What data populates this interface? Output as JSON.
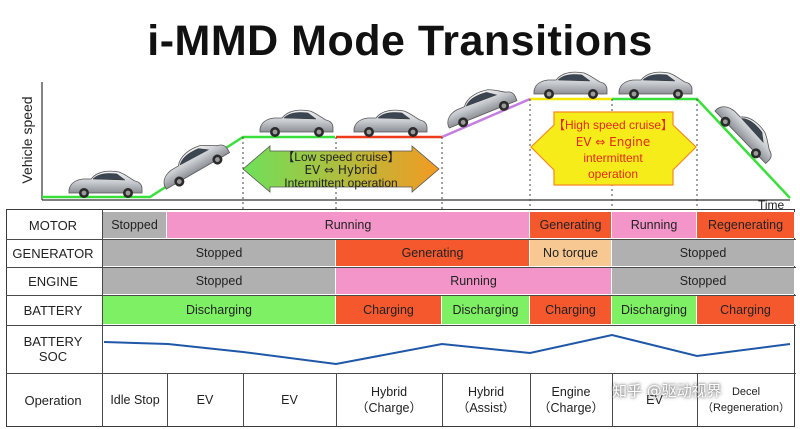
{
  "title": "i-MMD Mode Transitions",
  "chart": {
    "y_axis_label": "Vehicle speed",
    "x_axis_label": "Time",
    "callout_low_speed": {
      "line1": "【Low speed cruise】",
      "line2": "EV ⇔ Hybrid",
      "line3": "Intermittent operation"
    },
    "callout_high_speed": {
      "line1": "【High speed cruise】",
      "line2": "EV ⇔ Engine",
      "line3": "intermittent",
      "line4": "operation"
    },
    "colors": {
      "green_line": "#39e03a",
      "red_line": "#ee3b1b",
      "purple_line": "#c47ee0",
      "yellow_line": "#f5e800",
      "callout_low_fill_start": "#6ee05a",
      "callout_low_fill_end": "#f39a22",
      "callout_high_fill": "#f6ec1a",
      "callout_high_border": "#f38a1f"
    }
  },
  "rows": {
    "motor": {
      "label": "MOTOR",
      "segments": [
        {
          "text": "Stopped",
          "color": "#b0b0b0"
        },
        {
          "text": "Running",
          "color": "#f495c9"
        },
        {
          "text": "Generating",
          "color": "#f5582d"
        },
        {
          "text": "Running",
          "color": "#f495c9"
        },
        {
          "text": "Regenerating",
          "color": "#f5582d"
        }
      ]
    },
    "generator": {
      "label": "GENERATOR",
      "segments": [
        {
          "text": "Stopped",
          "color": "#b0b0b0"
        },
        {
          "text": "Generating",
          "color": "#f5582d"
        },
        {
          "text": "No torque",
          "color": "#f8c892"
        },
        {
          "text": "Stopped",
          "color": "#b0b0b0"
        }
      ]
    },
    "engine": {
      "label": "ENGINE",
      "segments": [
        {
          "text": "Stopped",
          "color": "#b0b0b0"
        },
        {
          "text": "Running",
          "color": "#f495c9"
        },
        {
          "text": "Stopped",
          "color": "#b0b0b0"
        }
      ]
    },
    "battery": {
      "label": "BATTERY",
      "segments": [
        {
          "text": "Discharging",
          "color": "#7ef064"
        },
        {
          "text": "Charging",
          "color": "#f5582d"
        },
        {
          "text": "Discharging",
          "color": "#7ef064"
        },
        {
          "text": "Charging",
          "color": "#f5582d"
        },
        {
          "text": "Discharging",
          "color": "#7ef064"
        },
        {
          "text": "Charging",
          "color": "#f5582d"
        }
      ]
    },
    "soc": {
      "label": "BATTERY\nSOC",
      "line_color": "#1f57a8"
    },
    "operation": {
      "label": "Operation",
      "cells": [
        "Idle Stop",
        "EV",
        "EV",
        "Hybrid\n（Charge）",
        "Hybrid\n（Assist）",
        "Engine\n（Charge）",
        "EV",
        "Decel\n（Regeneration）"
      ]
    }
  },
  "watermark": "知乎 @驱动视界"
}
